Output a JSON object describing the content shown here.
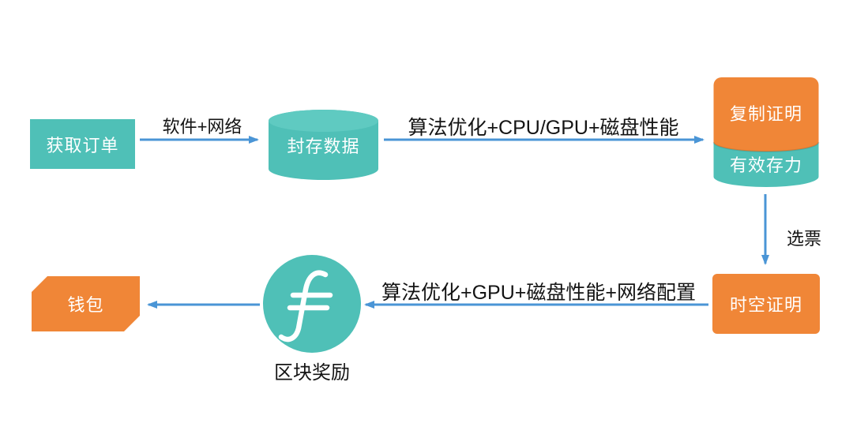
{
  "diagram": {
    "title": "Filecoin mining flow",
    "nodes": {
      "get_orders": "获取订单",
      "sealed_data": "封存数据",
      "replication_proof": "复制证明",
      "effective_storage": "有效存力",
      "spacetime_proof": "时空证明",
      "block_reward": "区块奖励",
      "wallet": "钱包"
    },
    "edges": {
      "software_network": "软件+网络",
      "algorithm_cpu_gpu_disk": "算法优化+CPU/GPU+磁盘性能",
      "ballot": "选票",
      "algorithm_gpu_disk_network": "算法优化+GPU+磁盘性能+网络配置"
    },
    "icons": {
      "filecoin_logo": "filecoin-f-symbol"
    },
    "colors": {
      "teal": "#4FC0B7",
      "teal_light": "#5FCAC1",
      "orange": "#F08637",
      "arrow_blue": "#4A95D6",
      "label_text": "#141414",
      "node_text": "#FFFFFF"
    }
  }
}
